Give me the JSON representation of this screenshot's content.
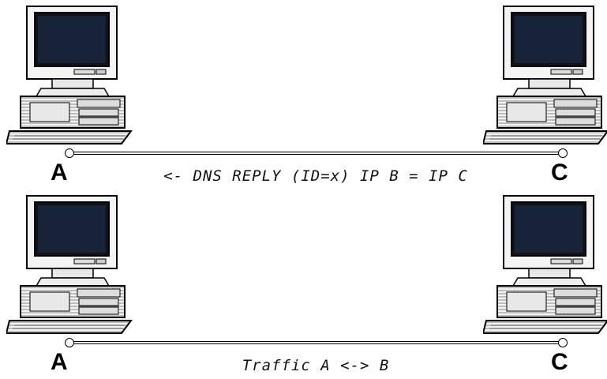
{
  "diagrams": [
    {
      "message": "<- DNS REPLY (ID=x) IP B = IP C",
      "left_node": "A",
      "right_node": "C",
      "left_computer_icon": "desktop-computer-icon",
      "right_computer_icon": "desktop-computer-icon"
    },
    {
      "message": "Traffic A <-> B",
      "left_node": "A",
      "right_node": "C",
      "left_computer_icon": "desktop-computer-icon",
      "right_computer_icon": "desktop-computer-icon"
    }
  ],
  "corner_mark": "'"
}
